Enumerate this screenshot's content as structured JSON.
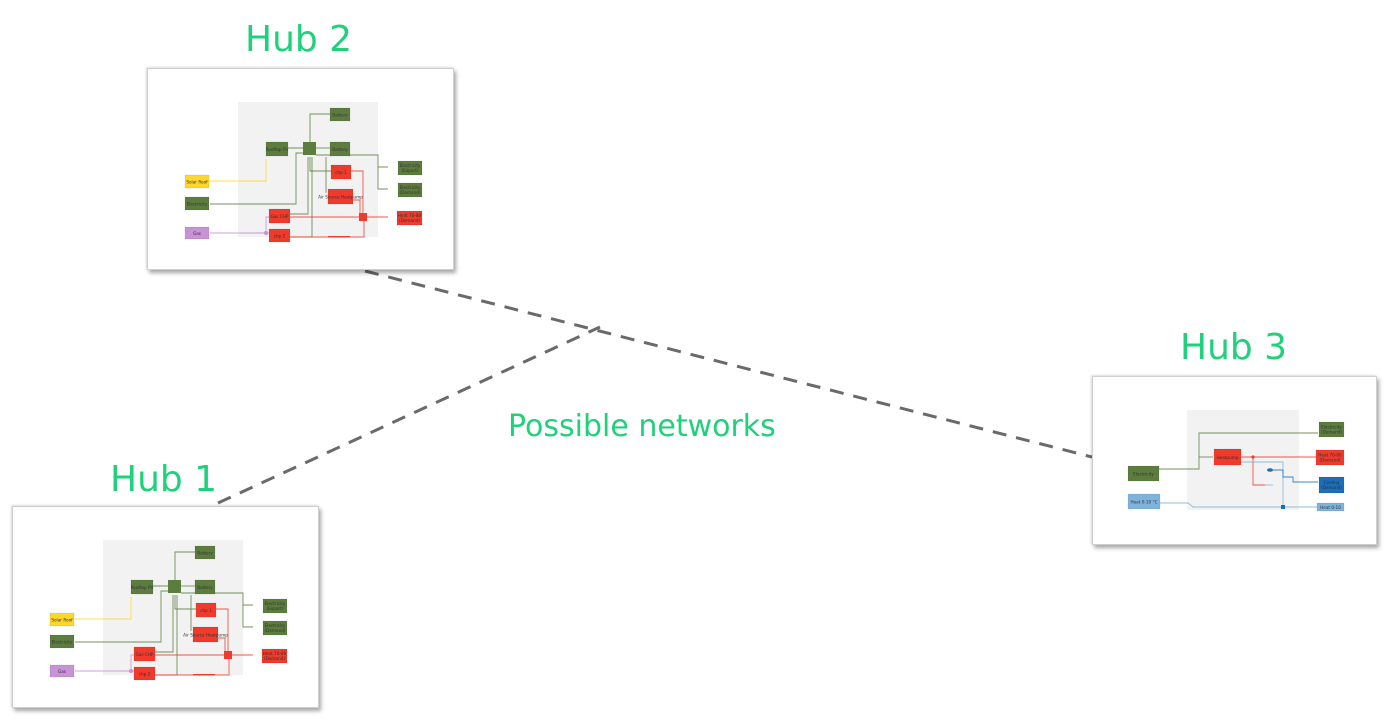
{
  "labels": {
    "hub1_title": "Hub 1",
    "hub2_title": "Hub 2",
    "hub3_title": "Hub 3",
    "network_label": "Possible networks"
  },
  "colors": {
    "title_green": "#1fd17a",
    "electricity_green": "#5c7d3e",
    "heat_red": "#f03a2b",
    "solar_yellow": "#ffd62a",
    "gas_purple": "#c792d6",
    "cold_blue": "#1a6fb8",
    "lowheat_blue": "#7fb3dc",
    "dashed_line": "#6a6a6a",
    "hub_bg": "#f2f2f2"
  },
  "hub_diagram_a": {
    "inputs": [
      "Solar Roof",
      "Electricity",
      "Gas"
    ],
    "converters": [
      "Rooftop PV",
      "Battery",
      "Battery",
      "chp 1",
      "Air Source Heatpump",
      "Gas CHP",
      "chp 2"
    ],
    "outputs": [
      "Electricity (Export)",
      "Electricity (Demand)",
      "Heat 70-80 (Demand)"
    ]
  },
  "hub_diagram_b": {
    "inputs": [
      "Electricity",
      "Heat 0-10 °C"
    ],
    "converters": [
      "Heatpump"
    ],
    "outputs": [
      "Electricity (Demand)",
      "Heat 70-80 (Demand)",
      "Cooling (Demand)",
      "Heat 0-10"
    ]
  }
}
